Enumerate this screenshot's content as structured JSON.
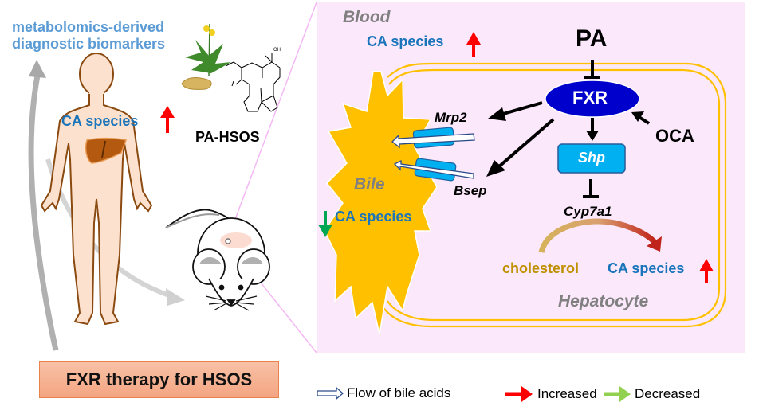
{
  "left": {
    "biomarkers_label_line1": "metabolomics-derived",
    "biomarkers_label_line2": "diagnostic biomarkers",
    "human_ca_label": "CA species",
    "disease_label": "PA-HSOS",
    "therapy_label": "FXR therapy for HSOS"
  },
  "diagram": {
    "blood_label": "Blood",
    "blood_ca_label": "CA species",
    "pa_label": "PA",
    "fxr_label": "FXR",
    "oca_label": "OCA",
    "shp_label": "Shp",
    "cyp7a1_label": "Cyp7a1",
    "mrp2_label": "Mrp2",
    "bsep_label": "Bsep",
    "bile_label": "Bile",
    "bile_ca_label": "CA species",
    "cholesterol_label": "cholesterol",
    "hep_ca_label": "CA species",
    "hepatocyte_label": "Hepatocyte"
  },
  "legend": {
    "flow_label": "Flow of bile acids",
    "increased_label": "Increased",
    "decreased_label": "Decreased"
  },
  "colors": {
    "increase": "#ff0000",
    "decrease_arrow": "#00a651",
    "decrease_legend": "#92d050",
    "ca_text": "#1a75bb",
    "biomarker_text": "#5b9bd5",
    "compartment_text": "#808080",
    "fxr_fill": "#0000cc",
    "shp_fill": "#00b0f0",
    "bile_fill": "#ffc000",
    "membrane": "#ffc000",
    "cholesterol_text": "#bf9000"
  }
}
